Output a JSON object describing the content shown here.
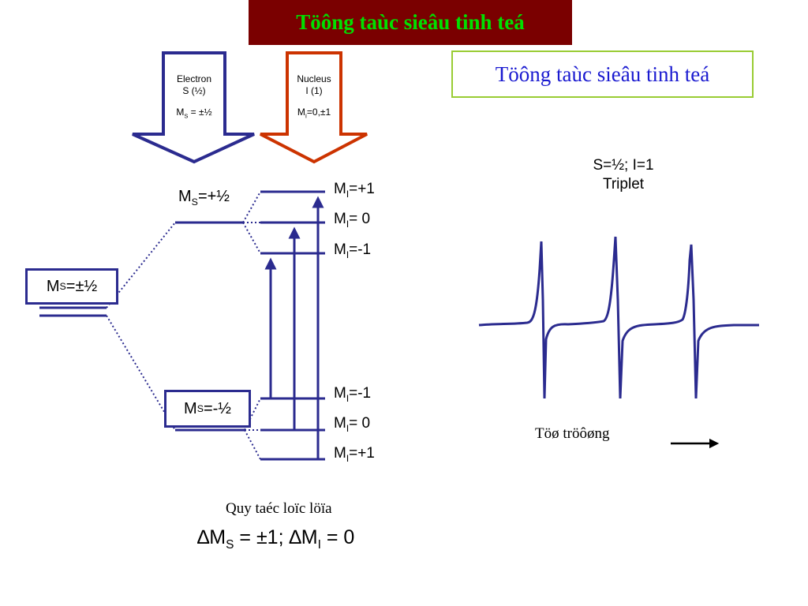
{
  "title": "Töông taùc sieâu tinh teá",
  "subtitle_box": "Töông taùc sieâu tinh teá",
  "electron_arrow": {
    "line1": "Electron",
    "line2": "S (½)",
    "ms_prefix": "M",
    "ms_sub": "S",
    "ms_value": " = ±½"
  },
  "nucleus_arrow": {
    "line1": "Nucleus",
    "line2": "I (1)",
    "mi_prefix": "M",
    "mi_sub": "I",
    "mi_value": "=0,±1"
  },
  "levels": {
    "ms_both": {
      "prefix": "M",
      "sub": "S",
      "value": "=±½"
    },
    "ms_plus": {
      "prefix": "M",
      "sub": "S",
      "value": "=+½"
    },
    "ms_minus": {
      "prefix": "M",
      "sub": "S",
      "value": "=-½"
    },
    "upper": [
      {
        "prefix": "M",
        "sub": "I",
        "value": "=+1"
      },
      {
        "prefix": "M",
        "sub": "I",
        "value": "= 0"
      },
      {
        "prefix": "M",
        "sub": "I",
        "value": "=-1"
      }
    ],
    "lower": [
      {
        "prefix": "M",
        "sub": "I",
        "value": "=-1"
      },
      {
        "prefix": "M",
        "sub": "I",
        "value": "= 0"
      },
      {
        "prefix": "M",
        "sub": "I",
        "value": "=+1"
      }
    ]
  },
  "spectrum": {
    "line1": "S=½; I=1",
    "line2": "Triplet",
    "axis_label": "Töø tröôøng"
  },
  "selection_rule": {
    "caption": "Quy taéc loïc löïa",
    "d1": "∆M",
    "sub1": "S",
    "mid": " = ±1; ∆M",
    "sub2": "I",
    "end": " = 0"
  },
  "colors": {
    "title_bg": "#7a0000",
    "title_fg": "#00e000",
    "accent_blue": "#2b2b8f",
    "nucleus_red": "#cc3300",
    "box_border": "#99cc33"
  }
}
